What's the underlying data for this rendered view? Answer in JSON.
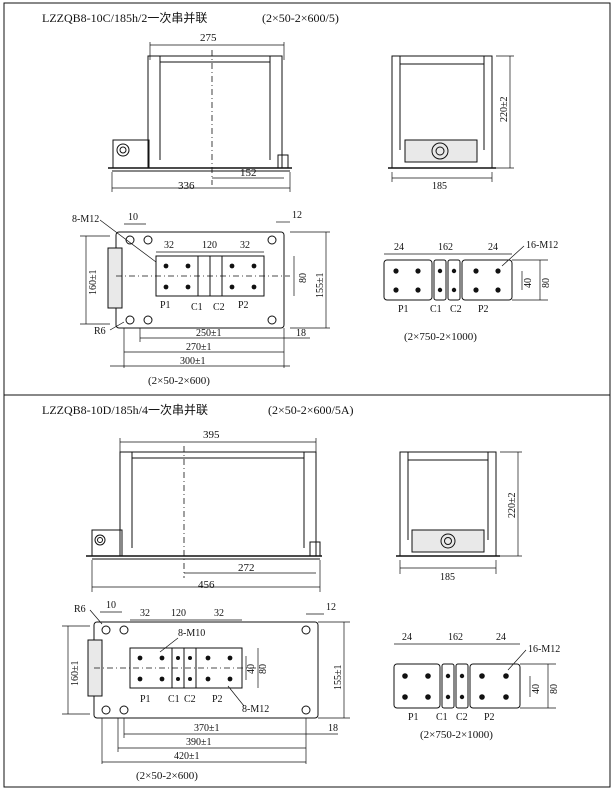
{
  "sections": [
    {
      "title": "LZZQB8-10C/185h/2一次串并联",
      "spec": "(2×50-2×600/5)",
      "front": {
        "width_top": "275",
        "width_bottom": "336",
        "offset": "152"
      },
      "side": {
        "height": "220±2",
        "width": "185"
      },
      "plan": {
        "hole_label": "8-M12",
        "d10": "10",
        "d12": "12",
        "d32a": "32",
        "d120": "120",
        "d32b": "32",
        "left_h": "160±1",
        "right_h": "155±1",
        "mid_h": "80",
        "p1": "P1",
        "c1": "C1",
        "c2": "C2",
        "p2": "P2",
        "radius": "R6",
        "w250": "250±1",
        "w270": "270±1",
        "w300": "300±1",
        "d18": "18",
        "caption": "(2×50-2×600)"
      },
      "terminal": {
        "d24a": "24",
        "d162": "162",
        "d24b": "24",
        "hole_label": "16-M12",
        "h40": "40",
        "h80": "80",
        "p1": "P1",
        "c1": "C1",
        "c2": "C2",
        "p2": "P2",
        "caption": "(2×750-2×1000)"
      }
    },
    {
      "title": "LZZQB8-10D/185h/4一次串并联",
      "spec": "(2×50-2×600/5A)",
      "front": {
        "width_top": "395",
        "width_bottom": "456",
        "offset": "272"
      },
      "side": {
        "height": "220±2",
        "width": "185"
      },
      "plan": {
        "radius": "R6",
        "d10": "10",
        "d12": "12",
        "d32a": "32",
        "d120": "120",
        "d32b": "32",
        "hole_label_a": "8-M10",
        "hole_label_b": "8-M12",
        "left_h": "160±1",
        "right_h": "155±1",
        "h40": "40",
        "h80": "80",
        "p1": "P1",
        "c1": "C1",
        "c2": "C2",
        "p2": "P2",
        "w370": "370±1",
        "w390": "390±1",
        "w420": "420±1",
        "d18": "18",
        "caption": "(2×50-2×600)"
      },
      "terminal": {
        "d24a": "24",
        "d162": "162",
        "d24b": "24",
        "hole_label": "16-M12",
        "h40": "40",
        "h80": "80",
        "p1": "P1",
        "c1": "C1",
        "c2": "C2",
        "p2": "P2",
        "caption": "(2×750-2×1000)"
      }
    }
  ]
}
